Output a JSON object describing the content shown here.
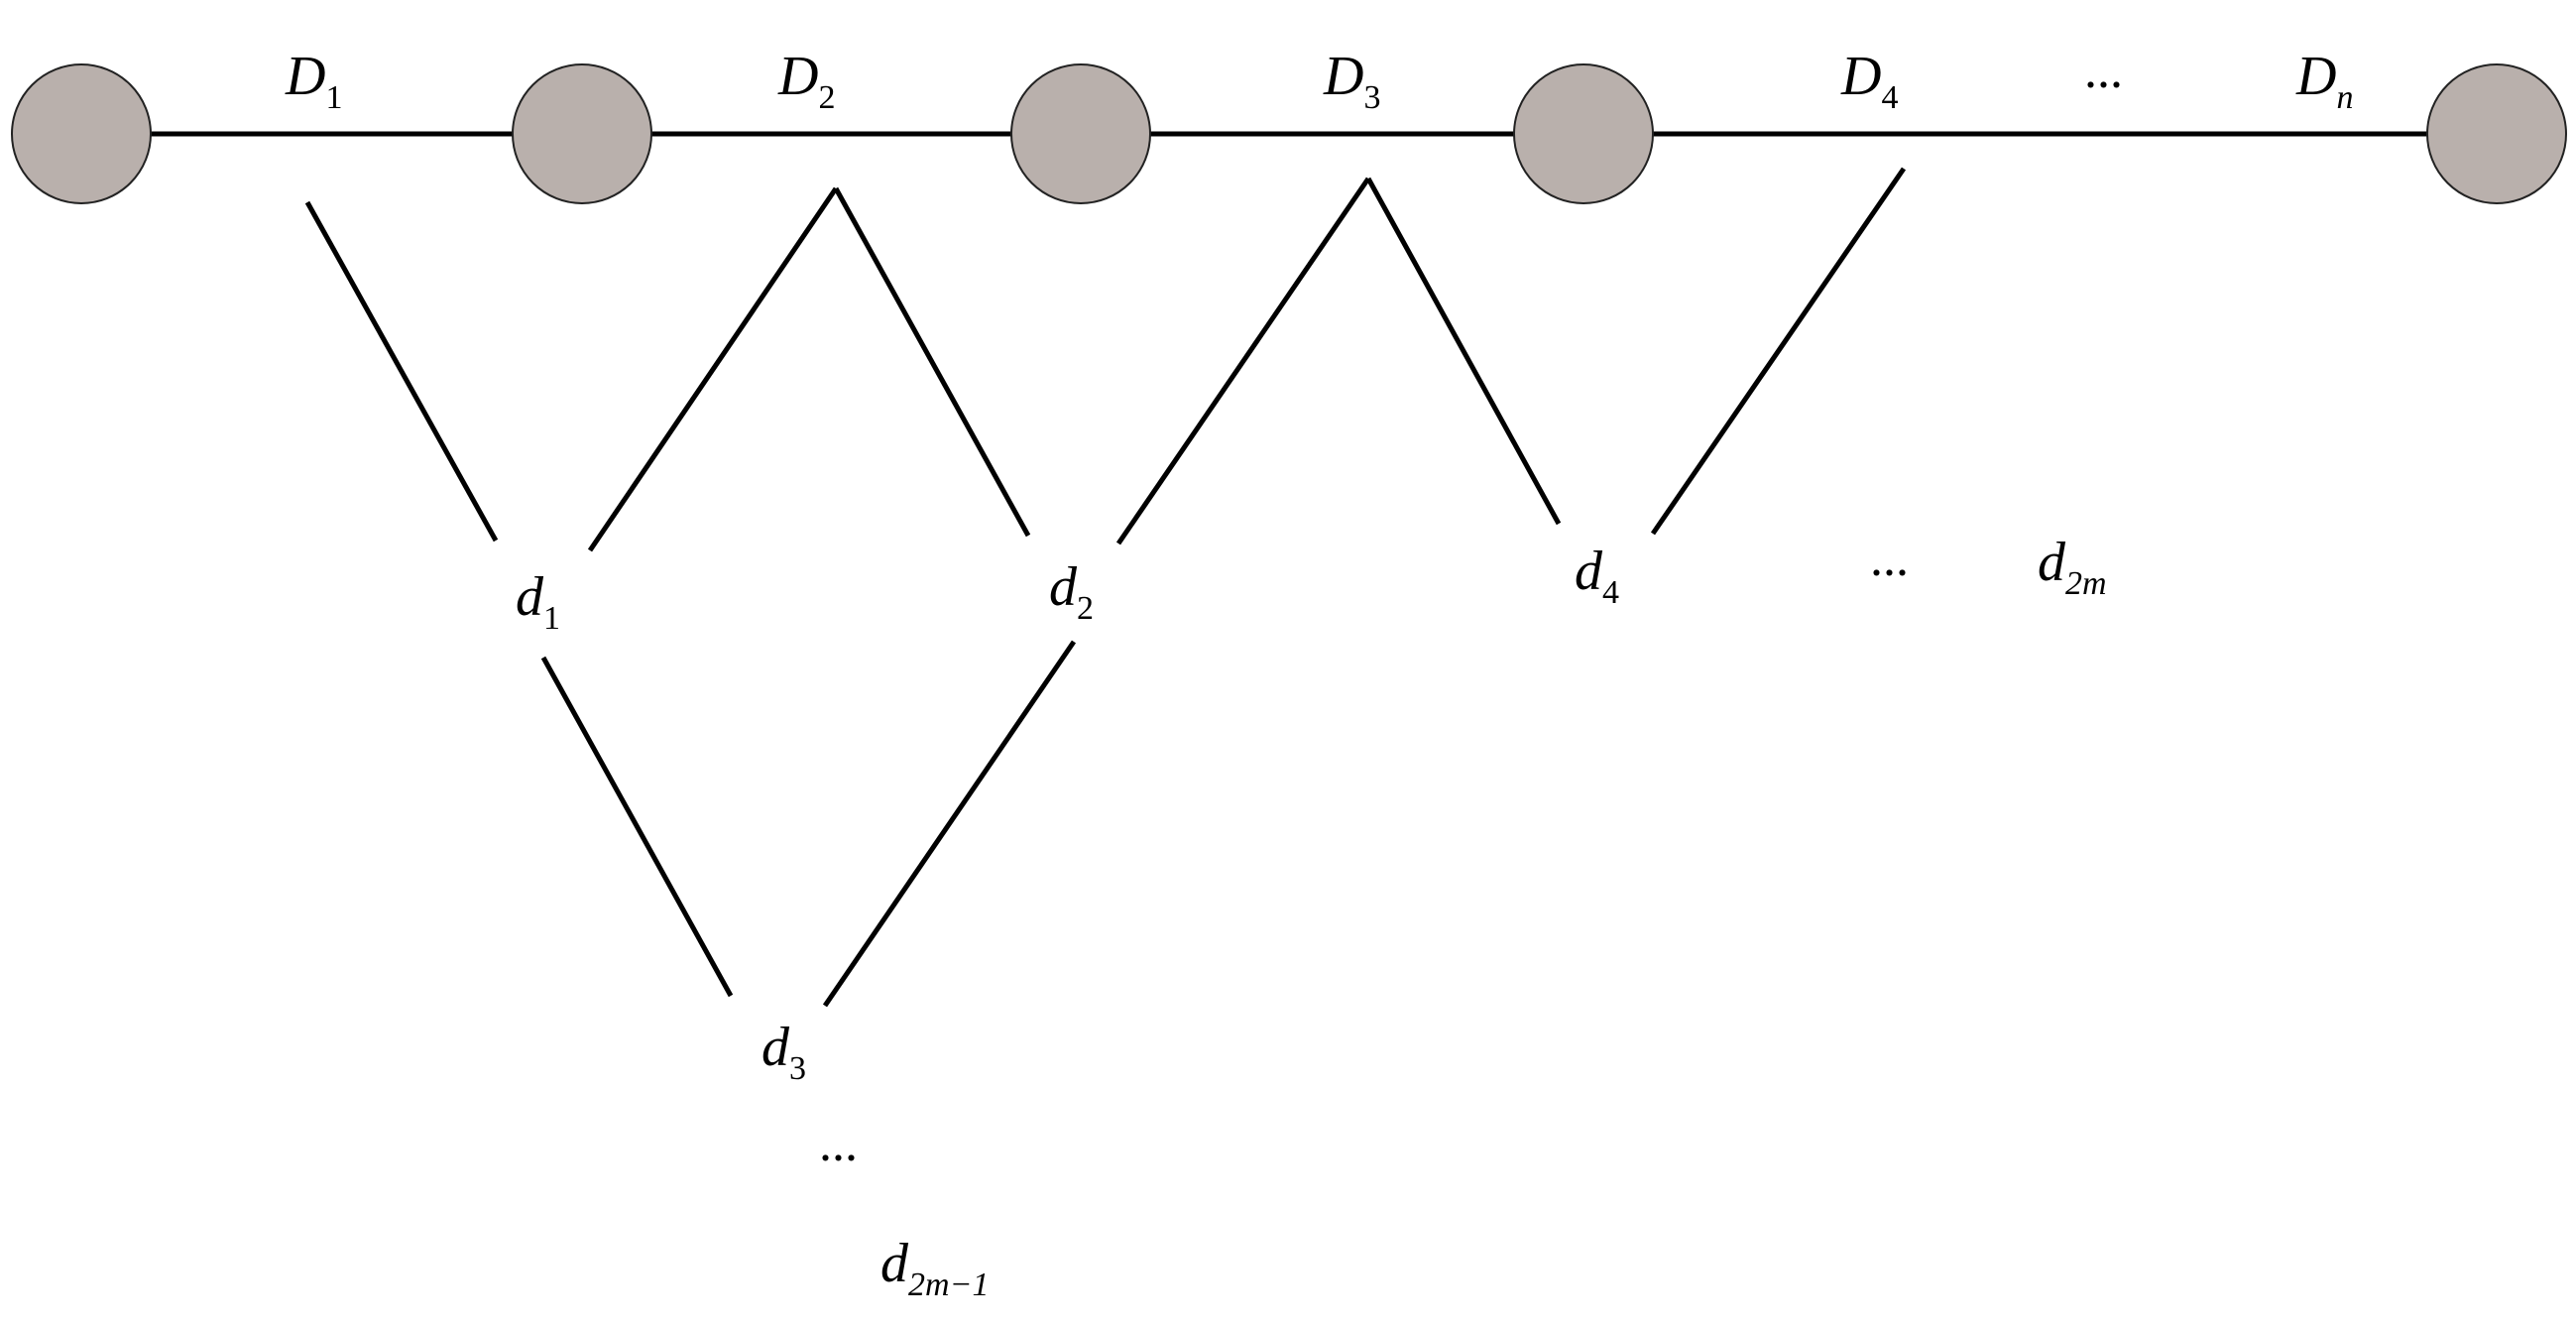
{
  "diagram": {
    "bus_labels": [
      {
        "main": "D",
        "sub": "1"
      },
      {
        "main": "D",
        "sub": "2"
      },
      {
        "main": "D",
        "sub": "3"
      },
      {
        "main": "D",
        "sub": "4"
      },
      {
        "main": "D",
        "sub": "n"
      }
    ],
    "bus_ellipsis": "...",
    "nodes": [
      "d1",
      "d2",
      "d3",
      "d4",
      "d2m",
      "d2m-1"
    ],
    "node_labels": [
      {
        "main": "d",
        "sub": "1"
      },
      {
        "main": "d",
        "sub": "2"
      },
      {
        "main": "d",
        "sub": "3"
      },
      {
        "main": "d",
        "sub": "4"
      },
      {
        "main": "d",
        "sub": "2m"
      },
      {
        "main": "d",
        "sub": "2m−1"
      }
    ],
    "lower_ellipsis_1": "...",
    "lower_ellipsis_2": "...",
    "colors": {
      "node_fill": "#b9b0ac",
      "line": "#000000"
    }
  }
}
